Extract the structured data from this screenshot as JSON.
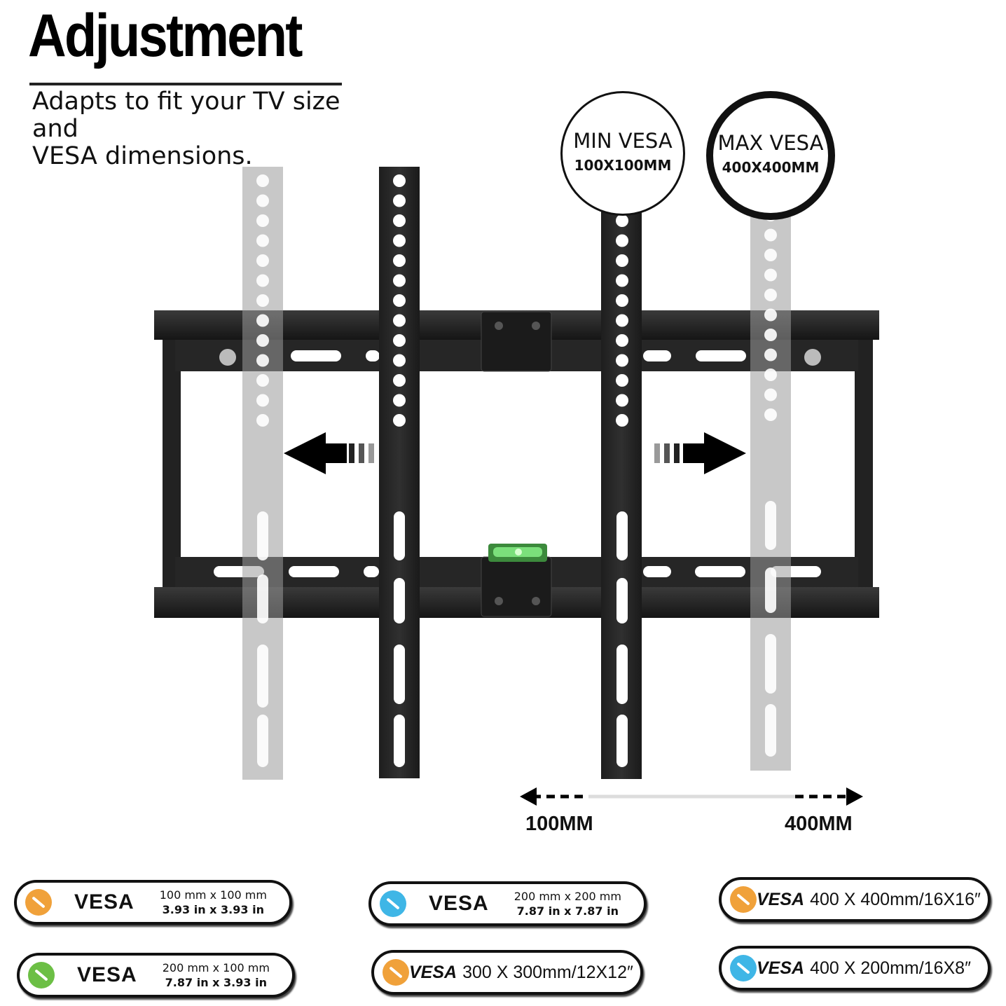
{
  "header": {
    "title": "Adjustment",
    "subtitle_line1": "Adapts to fit your TV size and",
    "subtitle_line2": "VESA dimensions."
  },
  "circles": {
    "min": {
      "top": "MIN VESA",
      "bottom": "100X100MM"
    },
    "max": {
      "top": "MAX VESA",
      "bottom": "400X400MM"
    }
  },
  "range": {
    "min_label": "100MM",
    "max_label": "400MM"
  },
  "badges": [
    {
      "icon": "orange-dot-icon",
      "color": "#f0a13a",
      "title": "VESA",
      "line1": "100 mm x 100 mm",
      "line2": "3.93 in x 3.93 in"
    },
    {
      "icon": "green-dot-icon",
      "color": "#6cbf45",
      "title": "VESA",
      "line1": "200 mm x 100 mm",
      "line2": "7.87 in x 3.93 in"
    },
    {
      "icon": "blue-dot-icon",
      "color": "#3fb6e6",
      "title": "VESA",
      "line1": "200 mm x 200 mm",
      "line2": "7.87 in x 7.87 in"
    },
    {
      "icon": "orange-dot-icon",
      "color": "#f0a13a",
      "prefix": "VESA",
      "text": "300 X 300mm/12X12″"
    },
    {
      "icon": "orange-dot-icon",
      "color": "#f0a13a",
      "prefix": "VESA",
      "text": "400 X 400mm/16X16″"
    },
    {
      "icon": "blue-dot-icon",
      "color": "#3fb6e6",
      "prefix": "VESA",
      "text": "400 X 200mm/16X8″"
    }
  ]
}
